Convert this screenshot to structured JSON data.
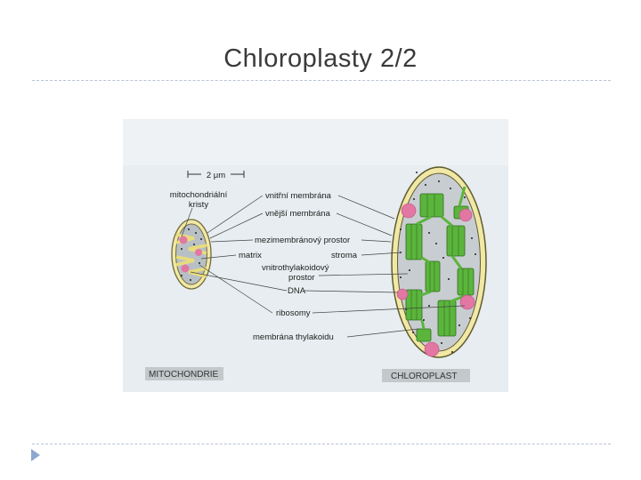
{
  "slide": {
    "title": "Chloroplasty 2/2"
  },
  "figure": {
    "scale_bar": "2 μm",
    "labels": {
      "mito_cristae_line1": "mitochondriální",
      "mito_cristae_line2": "kristy",
      "inner_membrane": "vnitřní membrána",
      "outer_membrane": "vnější membrána",
      "intermembrane_space": "mezimembránový prostor",
      "matrix": "matrix",
      "stroma": "stroma",
      "thylakoid_space_line1": "vnitrothylakoidový",
      "thylakoid_space_line2": "prostor",
      "dna": "DNA",
      "ribosomes": "ribosomy",
      "thylakoid_membrane": "membrána thylakoidu"
    },
    "captions": {
      "mitochondrion": "MITOCHONDRIE",
      "chloroplast": "CHLOROPLAST"
    }
  }
}
